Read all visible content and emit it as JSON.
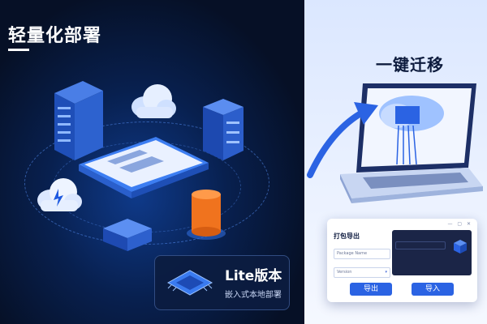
{
  "left": {
    "title": "轻量化部署",
    "badge": {
      "title": "Lite版本",
      "subtitle": "嵌入式本地部署"
    }
  },
  "right": {
    "title": "一键迁移",
    "panel": {
      "header_label": "打包导出",
      "field1": "Package Name",
      "field2": "Version",
      "export_button": "导出",
      "import_button": "导入",
      "window_controls": "— ▢ ✕"
    }
  },
  "colors": {
    "accent": "#2b63e3",
    "dark_bg": "#061026",
    "light_bg": "#eaf1ff"
  },
  "icons": [
    "server-rack-icon",
    "cloud-icon",
    "database-icon",
    "chip-icon",
    "laptop-icon",
    "arrow-icon"
  ]
}
